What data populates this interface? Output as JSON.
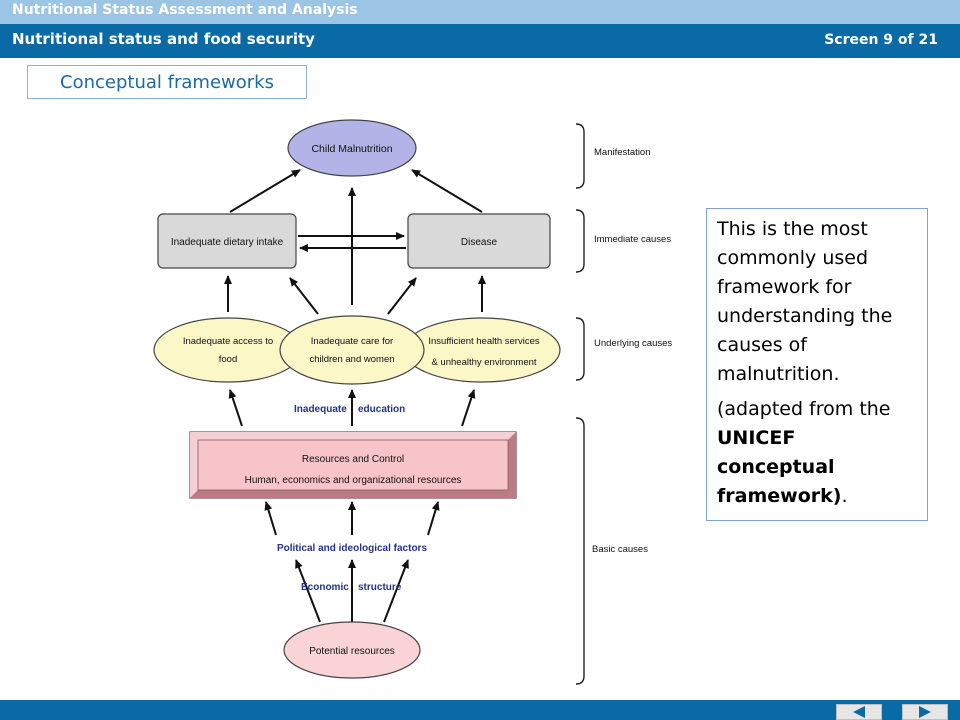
{
  "header": {
    "course_title": "Nutritional Status Assessment and Analysis",
    "module_title": "Nutritional status and food security",
    "screen_counter": "Screen 9 of 21"
  },
  "section_tab": "Conceptual frameworks",
  "diagram": {
    "levels": {
      "manifestation": "Manifestation",
      "immediate": "Immediate causes",
      "underlying": "Underlying causes",
      "basic": "Basic causes"
    },
    "nodes": {
      "child_malnutrition": "Child Malnutrition",
      "dietary_intake": "Inadequate dietary intake",
      "disease": "Disease",
      "access_food_l1": "Inadequate access to",
      "access_food_l2": "food",
      "care_l1": "Inadequate care for",
      "care_l2": "children and women",
      "health_l1": "Insufficient health services",
      "health_l2": "& unhealthy environment",
      "resources_l1": "Resources and Control",
      "resources_l2": "Human, economics and organizational resources",
      "potential_resources": "Potential resources"
    },
    "labels": {
      "education_a": "Inadequate",
      "education_b": "education",
      "political": "Political and ideological factors",
      "economic_a": "Economic",
      "economic_b": "structure"
    },
    "colors": {
      "manifestation_fill": "#b3b3e8",
      "immediate_fill": "#d9d9d9",
      "underlying_fill": "#fbf7c7",
      "resources_fill": "#f7c4c9",
      "potential_fill": "#f9d3d6",
      "label_blue": "#26338a"
    }
  },
  "callout": {
    "line1": "This is the most commonly used framework for understanding the causes of malnutrition.",
    "line2_prefix": "(adapted from the ",
    "line2_bold": "UNICEF conceptual framework)",
    "line2_suffix": "."
  },
  "nav": {
    "prev_icon": "left-triangle-icon",
    "next_icon": "right-triangle-icon"
  }
}
